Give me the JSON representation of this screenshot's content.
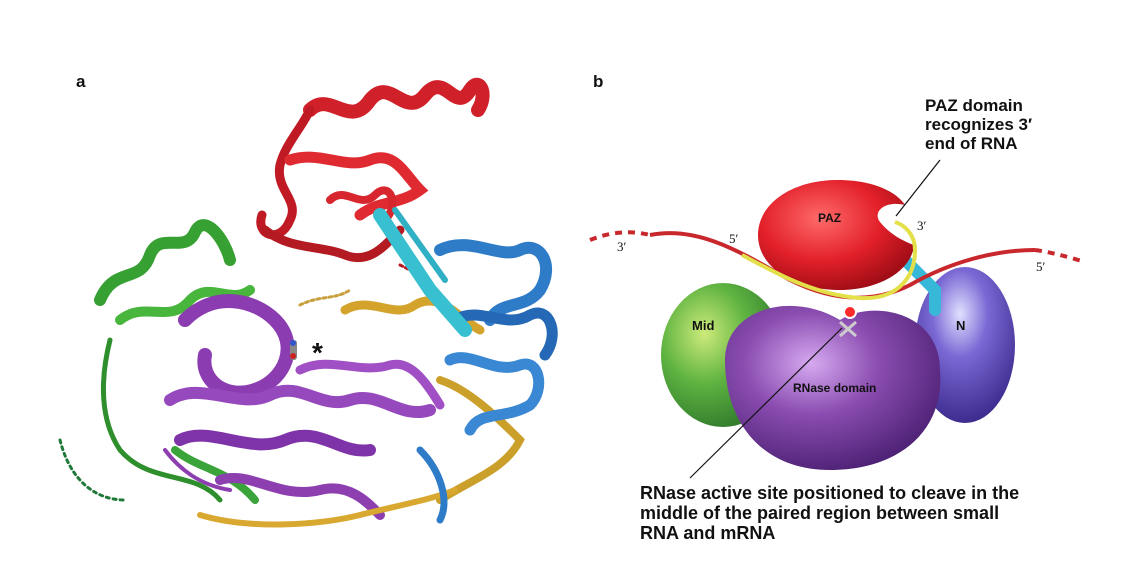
{
  "panels": {
    "a": {
      "label": "a",
      "asterisk": "*"
    },
    "b": {
      "label": "b"
    }
  },
  "annotations": {
    "paz": [
      "PAZ domain",
      "recognizes 3′",
      "end of RNA"
    ],
    "rnase": [
      "RNase active site positioned to cleave in the",
      "middle of the paired region between small",
      "RNA and mRNA"
    ]
  },
  "domains": {
    "paz": "PAZ",
    "mid": "Mid",
    "n": "N",
    "rnase": "RNase domain"
  },
  "strand_ends": {
    "mrna_left": "3′",
    "mrna_right": "5′",
    "small_left": "5′",
    "small_right": "3′"
  },
  "colors": {
    "paz": "#e2202a",
    "mid": "#5fb341",
    "n": "#6d4bb0",
    "rnase": "#8a4cb0",
    "green_domain": "#3aa33a",
    "purple_domain": "#8d3fb0",
    "blue_domain": "#2e7cc8",
    "cyan_strand": "#38c0d0",
    "gold_domain": "#d4a32b",
    "mrna": "#c8272c",
    "small_rna": "#e3e04a"
  }
}
